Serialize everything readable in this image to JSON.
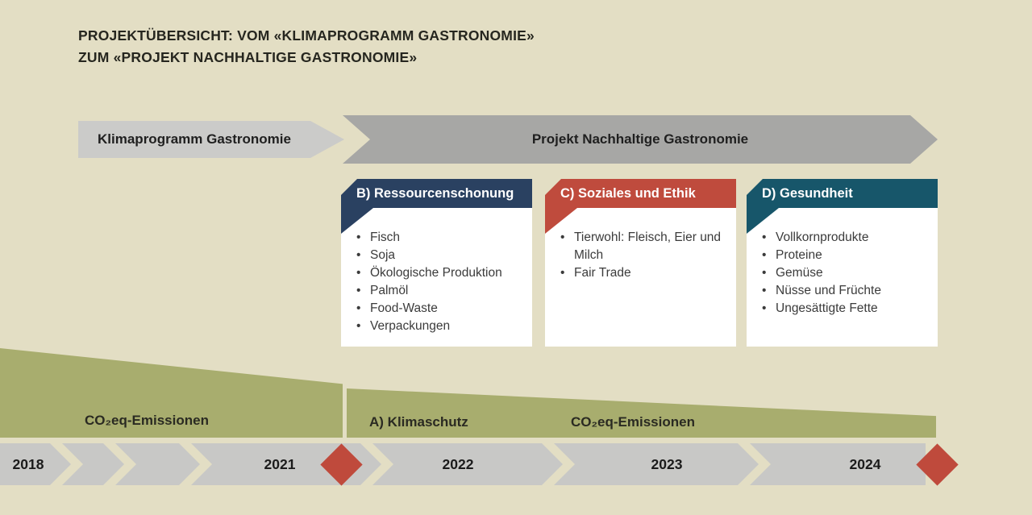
{
  "title": {
    "line1": "PROJEKTÜBERSICHT: VOM «KLIMAPROGRAMM GASTRONOMIE»",
    "line2": "ZUM «PROJEKT NACHHALTIGE GASTRONOMIE»"
  },
  "banners": {
    "phase1": "Klimaprogramm Gastronomie",
    "phase2": "Projekt Nachhaltige Gastronomie"
  },
  "cards": [
    {
      "label": "B) Ressourcenschonung",
      "color": "#2a4161",
      "items": [
        "Fisch",
        "Soja",
        "Ökologische Produktion",
        "Palmöl",
        "Food-Waste",
        "Verpackungen"
      ]
    },
    {
      "label": "C) Soziales und Ethik",
      "color": "#bf4b3d",
      "items": [
        "Tierwohl: Fleisch, Eier und Milch",
        "Fair Trade"
      ]
    },
    {
      "label": "D) Gesundheit",
      "color": "#17566a",
      "items": [
        "Vollkornprodukte",
        "Proteine",
        "Gemüse",
        "Nüsse und Früchte",
        "Ungesättigte Fette"
      ]
    }
  ],
  "emissions": {
    "left_label": "CO₂eq-Emissionen",
    "right_area_label": "A) Klimaschutz",
    "right_label": "CO₂eq-Emissionen"
  },
  "timeline": {
    "years": [
      "2018",
      "2021",
      "2022",
      "2023",
      "2024"
    ]
  },
  "colors": {
    "background": "#e3dec4",
    "banner_light": "#cbcbc9",
    "banner_dark": "#a7a7a5",
    "timeline_band": "#c8c8c6",
    "wedge_green": "#a8ad6e",
    "card_b": "#2a4161",
    "card_c": "#bf4b3d",
    "card_d": "#17566a",
    "milestone_red": "#bf4a3c",
    "card_bg": "#ffffff",
    "text_dark": "#26261f",
    "text_light": "#ffffff"
  }
}
